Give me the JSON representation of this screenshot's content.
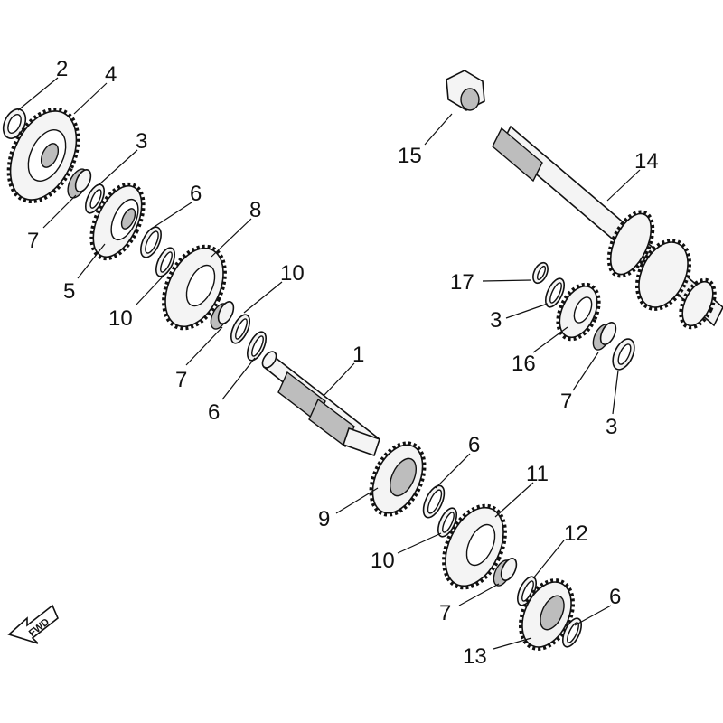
{
  "diagram": {
    "fwd_label": "FWD",
    "callouts": [
      {
        "id": "c2a",
        "text": "2"
      },
      {
        "id": "c4a",
        "text": "4"
      },
      {
        "id": "c3a",
        "text": "3"
      },
      {
        "id": "c7a",
        "text": "7"
      },
      {
        "id": "c5a",
        "text": "5"
      },
      {
        "id": "c6a",
        "text": "6"
      },
      {
        "id": "c8a",
        "text": "8"
      },
      {
        "id": "c10a",
        "text": "10"
      },
      {
        "id": "c10b",
        "text": "10"
      },
      {
        "id": "c7b",
        "text": "7"
      },
      {
        "id": "c6b",
        "text": "6"
      },
      {
        "id": "c1a",
        "text": "1"
      },
      {
        "id": "c15a",
        "text": "15"
      },
      {
        "id": "c14a",
        "text": "14"
      },
      {
        "id": "c17a",
        "text": "17"
      },
      {
        "id": "c3b",
        "text": "3"
      },
      {
        "id": "c16a",
        "text": "16"
      },
      {
        "id": "c7c",
        "text": "7"
      },
      {
        "id": "c3c",
        "text": "3"
      },
      {
        "id": "c6c",
        "text": "6"
      },
      {
        "id": "c9a",
        "text": "9"
      },
      {
        "id": "c11a",
        "text": "11"
      },
      {
        "id": "c10c",
        "text": "10"
      },
      {
        "id": "c12a",
        "text": "12"
      },
      {
        "id": "c7d",
        "text": "7"
      },
      {
        "id": "c6d",
        "text": "6"
      },
      {
        "id": "c13a",
        "text": "13"
      }
    ]
  }
}
